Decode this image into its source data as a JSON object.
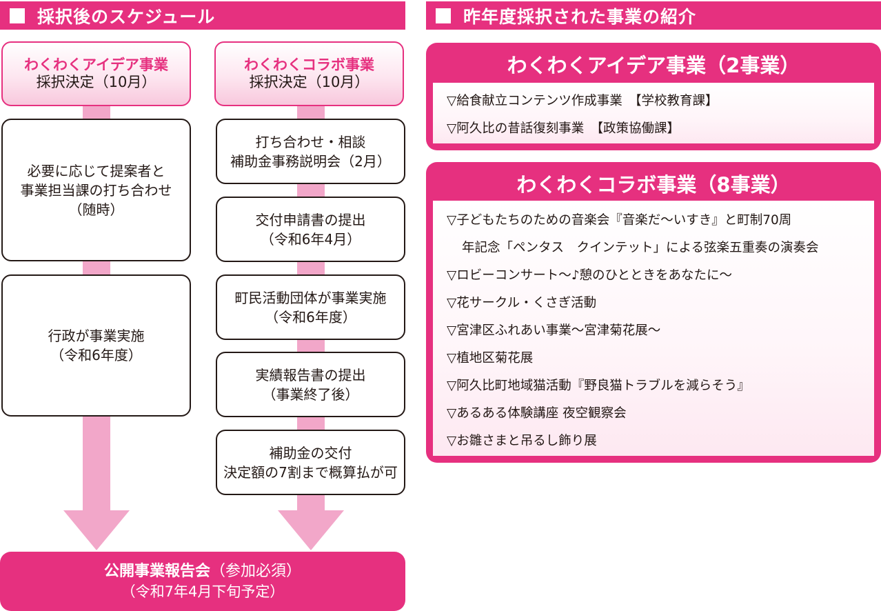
{
  "left": {
    "header": "採択後のスケジュール",
    "idea": {
      "title": "わくわくアイデア事業",
      "sub": "採択決定（10月）",
      "steps": [
        "必要に応じて提案者と\n事業担当課の打ち合わせ\n（随時）",
        "行政が事業実施\n（令和6年度）"
      ]
    },
    "collab": {
      "title": "わくわくコラボ事業",
      "sub": "採択決定（10月）",
      "steps": [
        "打ち合わせ・相談\n補助金事務説明会（2月）",
        "交付申請書の提出\n（令和6年4月）",
        "町民活動団体が事業実施\n（令和6年度）",
        "実績報告書の提出\n（事業終了後）",
        "補助金の交付\n決定額の7割まで概算払が可"
      ]
    },
    "final": {
      "bold": "公開事業報告会",
      "rest": "（参加必須）",
      "line2": "（令和7年4月下旬予定）"
    }
  },
  "right": {
    "header": "昨年度採択された事業の紹介",
    "idea": {
      "title": "わくわくアイデア事業（2事業）",
      "items": [
        "▽給食献立コンテンツ作成事業　【学校教育課】",
        "▽阿久比の昔話復刻事業　【政策協働課】"
      ]
    },
    "collab": {
      "title": "わくわくコラボ事業（8事業）",
      "items": [
        "▽子どもたちのための音楽会『音楽だ～いすき』と町制70周",
        "年記念「ペンタス　クインテット」による弦楽五重奏の演奏会",
        "▽ロビーコンサート～♪憩のひとときをあなたに～",
        "▽花サークル・くさぎ活動",
        "▽宮津区ふれあい事業～宮津菊花展～",
        "▽植地区菊花展",
        "▽阿久比町地域猫活動『野良猫トラブルを減らそう』",
        "▽あるある体験講座 夜空観察会",
        "▽お雛さまと吊るし飾り展"
      ]
    }
  },
  "colors": {
    "accent": "#e6307f",
    "arrow": "#f2a7c9",
    "text": "#231815"
  }
}
